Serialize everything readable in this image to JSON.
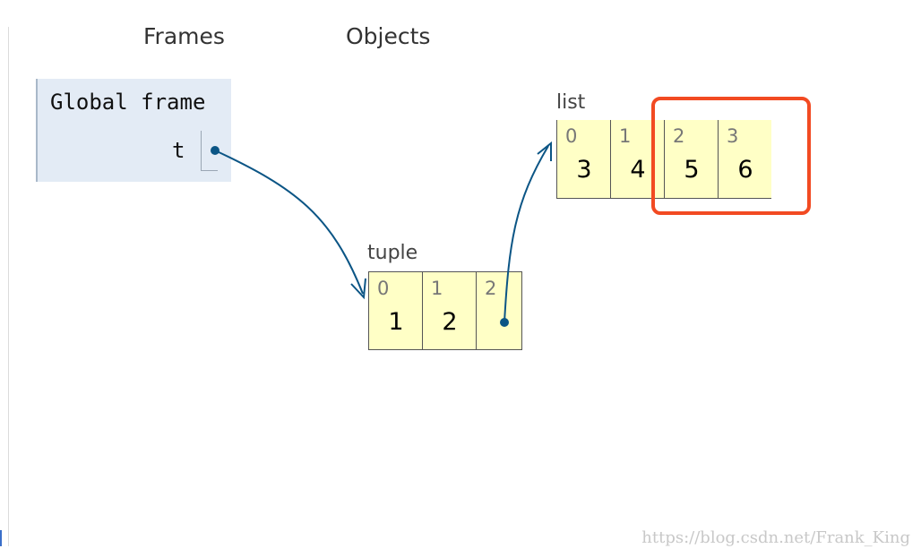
{
  "headings": {
    "frames": "Frames",
    "objects": "Objects"
  },
  "global_frame": {
    "title": "Global frame",
    "variables": [
      {
        "name": "t"
      }
    ]
  },
  "tuple": {
    "label": "tuple",
    "items": [
      {
        "index": "0",
        "value": "1"
      },
      {
        "index": "1",
        "value": "2"
      },
      {
        "index": "2",
        "value": ""
      }
    ]
  },
  "list": {
    "label": "list",
    "items": [
      {
        "index": "0",
        "value": "3"
      },
      {
        "index": "1",
        "value": "4"
      },
      {
        "index": "2",
        "value": "5"
      },
      {
        "index": "3",
        "value": "6"
      }
    ]
  },
  "colors": {
    "frame_bg": "#e3ebf5",
    "cell_bg": "#ffffc6",
    "pointer": "#0b5585",
    "highlight": "#f24a22"
  },
  "watermark": "https://blog.csdn.net/Frank_King"
}
